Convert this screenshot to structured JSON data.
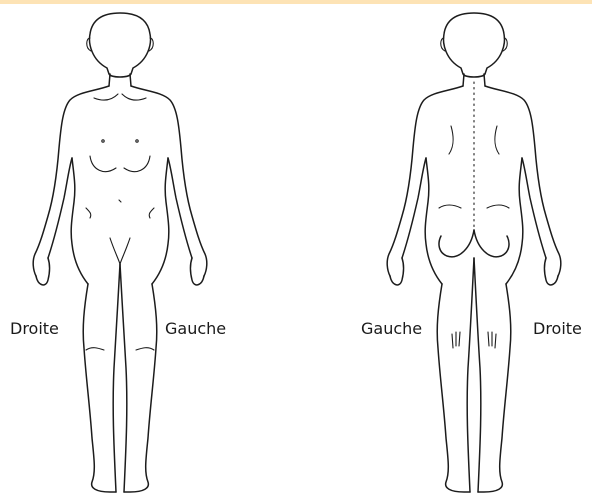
{
  "colors": {
    "top_strip": "#fde3b5",
    "outline": "#1c1c1c",
    "background": "#ffffff"
  },
  "labels": {
    "front_right": "Droite",
    "front_left": "Gauche",
    "back_left": "Gauche",
    "back_right": "Droite"
  }
}
